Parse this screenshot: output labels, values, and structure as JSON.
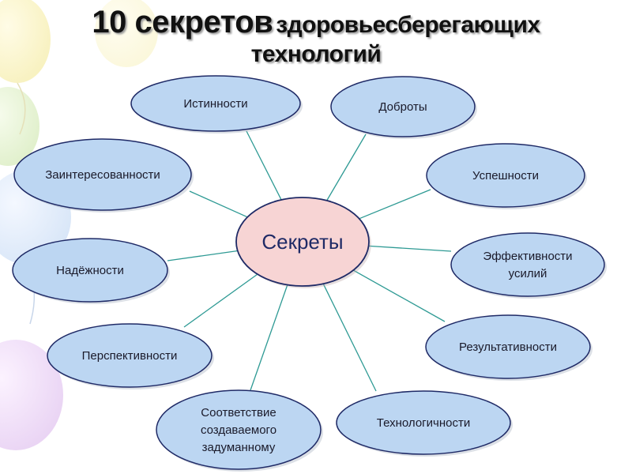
{
  "title": {
    "line1_big": "10 секретов",
    "line1_small": "здоровьесберегающих",
    "line2": "технологий"
  },
  "center": {
    "label": "Секреты"
  },
  "nodes": [
    {
      "id": "istinnosti",
      "lines": [
        "Истинности"
      ]
    },
    {
      "id": "dobroty",
      "lines": [
        "Доброты"
      ]
    },
    {
      "id": "zainteresovannosti",
      "lines": [
        "Заинтересованности"
      ]
    },
    {
      "id": "uspeshnosti",
      "lines": [
        "Успешности"
      ]
    },
    {
      "id": "nadezhnosti",
      "lines": [
        "Надёжности"
      ]
    },
    {
      "id": "effektivnosti",
      "lines": [
        "Эффективности",
        "усилий"
      ]
    },
    {
      "id": "perspektivnosti",
      "lines": [
        "Перспективности"
      ]
    },
    {
      "id": "rezultativnosti",
      "lines": [
        "Результативности"
      ]
    },
    {
      "id": "sootvetstvie",
      "lines": [
        "Соответствие",
        "создаваемого",
        "задуманному"
      ]
    },
    {
      "id": "tekhnologichnosti",
      "lines": [
        "Технологичности"
      ]
    }
  ],
  "colors": {
    "node_fill": "#bcd6f2",
    "node_stroke": "#1f2a66",
    "center_fill": "#f7d4d4",
    "center_stroke": "#1f2a66",
    "edge": "#2e9a94",
    "text": "#1a1a2a"
  }
}
